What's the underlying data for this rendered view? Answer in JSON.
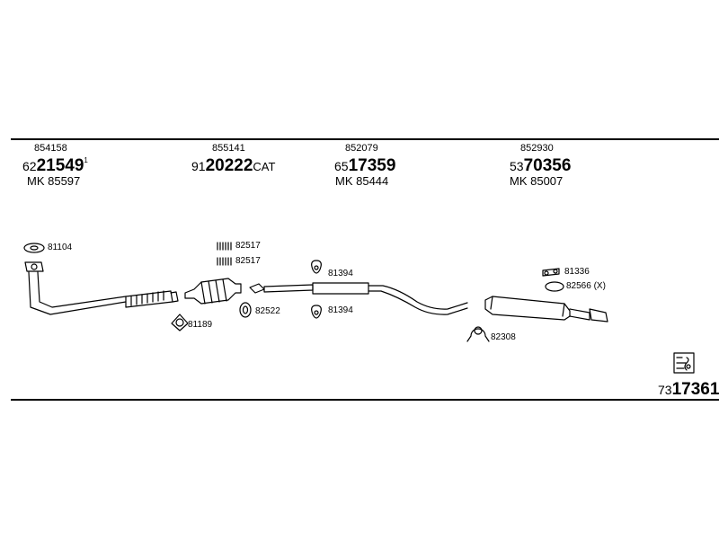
{
  "groups": [
    {
      "ref": "854158",
      "code_prefix": "62",
      "code_main": "21549",
      "code_suffix": "",
      "code_sup": "1",
      "mk": "MK 85597"
    },
    {
      "ref": "855141",
      "code_prefix": "91",
      "code_main": "20222",
      "code_suffix": "CAT",
      "code_sup": "",
      "mk": ""
    },
    {
      "ref": "852079",
      "code_prefix": "65",
      "code_main": "17359",
      "code_suffix": "",
      "code_sup": "",
      "mk": "MK 85444"
    },
    {
      "ref": "852930",
      "code_prefix": "53",
      "code_main": "70356",
      "code_suffix": "",
      "code_sup": "",
      "mk": "MK 85007"
    }
  ],
  "part_labels": {
    "p81104": "81104",
    "p82517a": "82517",
    "p82517b": "82517",
    "p81189": "81189",
    "p82522": "82522",
    "p81394a": "81394",
    "p81394b": "81394",
    "p81336": "81336",
    "p82566": "82566 (X)",
    "p82308": "82308"
  },
  "kit": {
    "prefix": "73",
    "main": "17361"
  }
}
